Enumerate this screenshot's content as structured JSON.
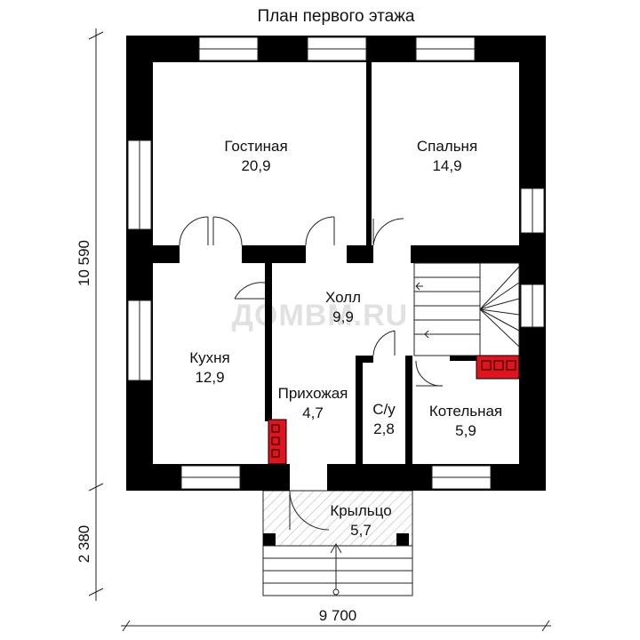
{
  "title": "План первого этажа",
  "watermark": "ДОМВМ.RU",
  "dimensions": {
    "total_width": "9 700",
    "house_depth": "10 590",
    "porch_depth": "2 380"
  },
  "rooms": [
    {
      "name": "Гостиная",
      "area": "20,9"
    },
    {
      "name": "Спальня",
      "area": "14,9"
    },
    {
      "name": "Холл",
      "area": "9,9"
    },
    {
      "name": "Кухня",
      "area": "12,9"
    },
    {
      "name": "Прихожая",
      "area": "4,7"
    },
    {
      "name": "С/у",
      "area": "2,8"
    },
    {
      "name": "Котельная",
      "area": "5,9"
    },
    {
      "name": "Крыльцо",
      "area": "5,7"
    }
  ],
  "colors": {
    "wall": "#000000",
    "stove": "#e0141e",
    "hatch": "#9a9a9a",
    "line": "#222222"
  }
}
